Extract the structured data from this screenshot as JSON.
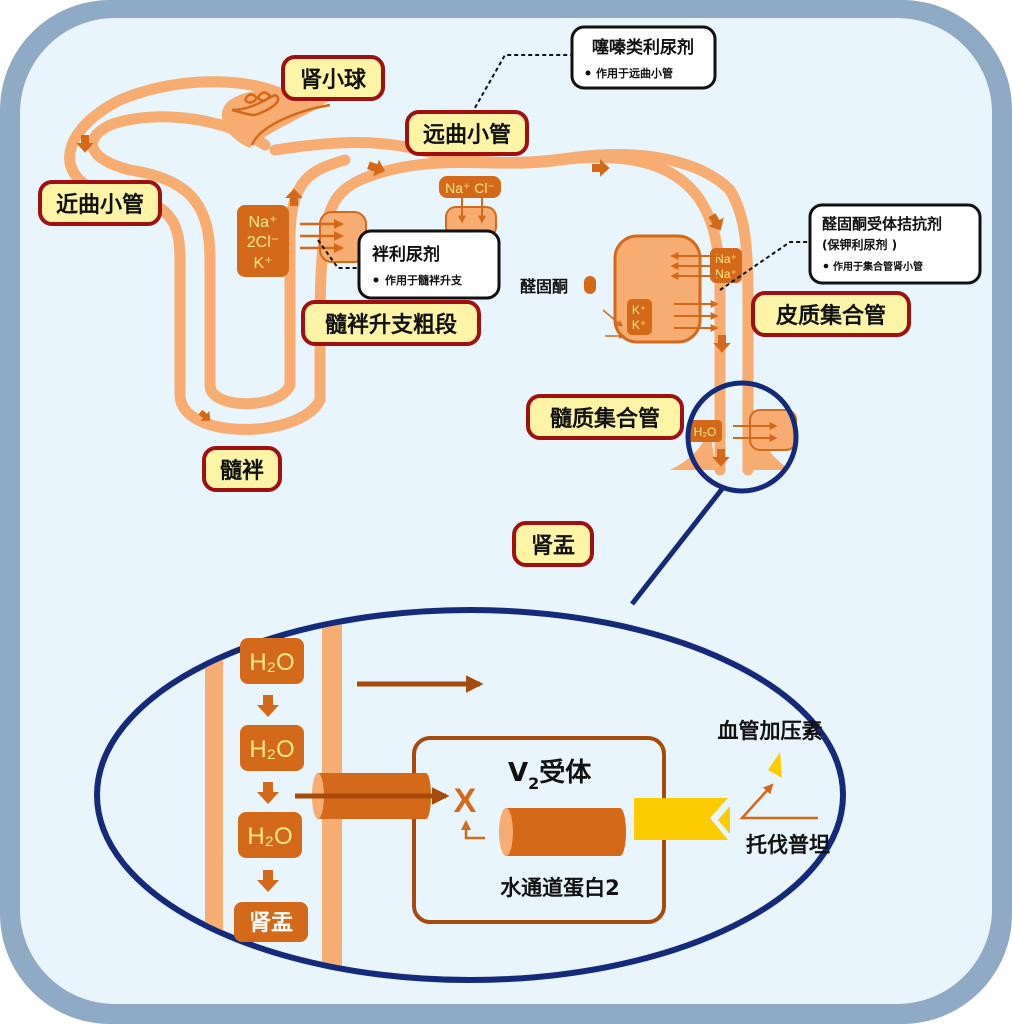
{
  "colors": {
    "frame": "#8eaac4",
    "background": "#e8f5fc",
    "tubule": "#f7ac72",
    "cell": "#f7ac72",
    "ion_box": "#d4691a",
    "arrow": "#d4691a",
    "dark_arrow": "#a84a0c",
    "label_fill": "#fdf4a6",
    "label_border": "#a01010",
    "magnifier": "#142a7a",
    "receptor": "#fccc00",
    "ion_text": "#fde98a"
  },
  "labels": {
    "glomerulus": "肾小球",
    "proximal_tubule": "近曲小管",
    "distal_tubule": "远曲小管",
    "thick_ascending_limb": "髓袢升支粗段",
    "loop_of_henle": "髓袢",
    "cortical_collecting_duct": "皮质集合管",
    "medullary_collecting_duct": "髓质集合管",
    "renal_pelvis": "肾盂"
  },
  "notes": {
    "thiazide": {
      "title": "噻嗪类利尿剂",
      "bullet": "作用于远曲小管"
    },
    "loop": {
      "title": "袢利尿剂",
      "bullet": "作用于髓袢升支"
    },
    "aldosterone_antagonist": {
      "title": "醛固酮受体拮抗剂",
      "subtitle": "(保钾利尿剂 )",
      "bullet": "作用于集合管肾小管"
    }
  },
  "ions": {
    "nkcc": [
      "Na⁺",
      "2Cl⁻",
      "K⁺"
    ],
    "ncc": "Na⁺ Cl⁻",
    "enac": [
      "Na⁺",
      "Na⁺"
    ],
    "romk": [
      "K⁺",
      "K⁺"
    ],
    "water_small": "H₂O"
  },
  "aldosterone": "醛固酮",
  "inset": {
    "water": [
      "H₂O",
      "H₂O",
      "H₂O"
    ],
    "pelvis_box": "肾盂",
    "v2_receptor_prefix": "V",
    "v2_receptor_sub": "2",
    "v2_receptor_suffix": "受体",
    "aquaporin": "水通道蛋白2",
    "blocked_mark": "X",
    "vasopressin": "血管加压素",
    "tolvaptan": "托伐普坦"
  }
}
